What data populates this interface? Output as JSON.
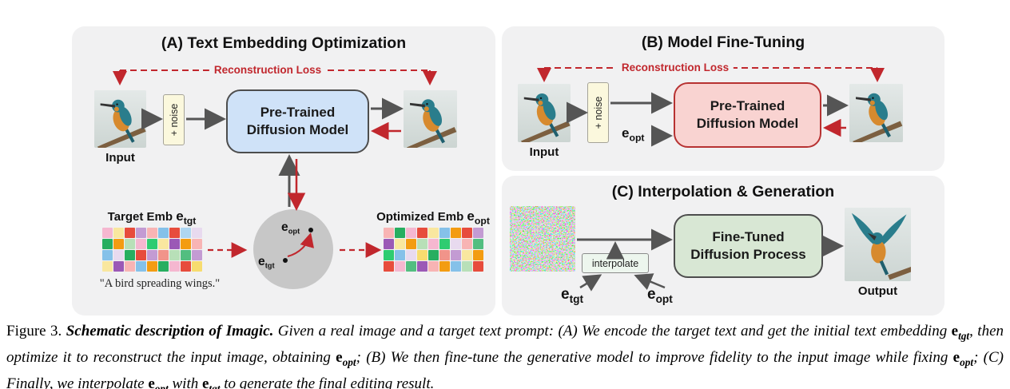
{
  "panel_a": {
    "title": "(A) Text Embedding Optimization",
    "loss_label": "Reconstruction Loss",
    "input_label": "Input",
    "noise_label": "+ noise",
    "model_line1": "Pre-Trained",
    "model_line2": "Diffusion Model",
    "target_emb_prefix": "Target Emb ",
    "optimized_emb_prefix": "Optimized Emb ",
    "prompt_text": "\"A bird spreading wings.\""
  },
  "panel_b": {
    "title": "(B) Model Fine-Tuning",
    "loss_label": "Reconstruction Loss",
    "input_label": "Input",
    "noise_label": "+ noise",
    "model_line1": "Pre-Trained",
    "model_line2": "Diffusion Model"
  },
  "panel_c": {
    "title": "(C) Interpolation & Generation",
    "interpolate_label": "interpolate",
    "model_line1": "Fine-Tuned",
    "model_line2": "Diffusion Process",
    "output_label": "Output"
  },
  "symbols": {
    "e": "e",
    "tgt": "tgt",
    "opt": "opt"
  },
  "colors": {
    "panel_bg": "#f1f1f2",
    "loss_red": "#c1272d",
    "arrow_gray": "#555555",
    "model_pretrained_blue": "#cfe2f8",
    "model_finetune_pink": "#f9d3d1",
    "model_finetuned_green": "#d8e7d4",
    "noise_box_yellow": "#fbf8dd",
    "circle_gray": "#c7c7c7"
  },
  "emb_grids": {
    "target": [
      [
        "#f5b7d0",
        "#f9e79f",
        "#e74c3c",
        "#c39bd3",
        "#f8b4b4",
        "#85c1e9",
        "#e74c3c",
        "#aed6f1",
        "#e8daef"
      ],
      [
        "#27ae60",
        "#f39c12",
        "#b8e0b8",
        "#f5b7d0",
        "#2ecc71",
        "#f9e79f",
        "#9b59b6",
        "#f39c12",
        "#f8b4b4"
      ],
      [
        "#85c1e9",
        "#e8daef",
        "#27ae60",
        "#e74c3c",
        "#c39bd3",
        "#f1948a",
        "#b8e0b8",
        "#52be80",
        "#c39bd3"
      ],
      [
        "#f9e79f",
        "#9b59b6",
        "#f8b4b4",
        "#85c1e9",
        "#f39c12",
        "#27ae60",
        "#f5b7d0",
        "#e74c3c",
        "#f7dc6f"
      ]
    ],
    "optimized": [
      [
        "#f8b4b4",
        "#27ae60",
        "#f5b7d0",
        "#e74c3c",
        "#f9e79f",
        "#85c1e9",
        "#f39c12",
        "#e74c3c",
        "#c39bd3"
      ],
      [
        "#9b59b6",
        "#f9e79f",
        "#f39c12",
        "#b8e0b8",
        "#f5b7d0",
        "#2ecc71",
        "#e8daef",
        "#f8b4b4",
        "#52be80"
      ],
      [
        "#2ecc71",
        "#85c1e9",
        "#e8daef",
        "#f7dc6f",
        "#27ae60",
        "#f1948a",
        "#c39bd3",
        "#f9e79f",
        "#f39c12"
      ],
      [
        "#e74c3c",
        "#f5b7d0",
        "#52be80",
        "#9b59b6",
        "#f8b4b4",
        "#f39c12",
        "#85c1e9",
        "#b8e0b8",
        "#e74c3c"
      ]
    ]
  },
  "caption": {
    "figure_label": "Figure 3.",
    "title_bold": "Schematic description of ",
    "title_name": "Imagic",
    "title_period": ".",
    "seg1": "Given a real image and a target text prompt: (A) We encode the target text and get the initial text embedding ",
    "seg2": ", then optimize it to reconstruct the input image, obtaining ",
    "seg3": "; (B) We then fine-tune the generative model to improve fidelity to the input image while fixing ",
    "seg4": "; (C) Finally, we interpolate ",
    "seg5": " with ",
    "seg6": " to generate the final editing result."
  }
}
